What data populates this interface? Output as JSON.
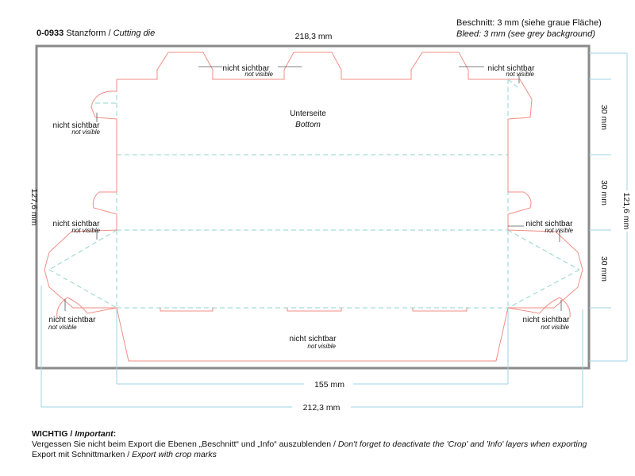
{
  "header": {
    "code": "0-0933",
    "title_de": "Stanzform",
    "title_en": "Cutting die",
    "bleed_de": "Beschnitt: 3 mm (siehe graue Fläche)",
    "bleed_en": "Bleed: 3 mm (see grey background)"
  },
  "dimensions": {
    "top_width": "218,3 mm",
    "left_height": "127,6 mm",
    "right_height": "121,6 mm",
    "seg1": "30 mm",
    "seg2": "30 mm",
    "seg3": "30 mm",
    "inner_width": "155 mm",
    "outer_width": "212,3 mm"
  },
  "labels": {
    "bottom_de": "Unterseite",
    "bottom_en": "Bottom",
    "ns_de": "nicht sichtbar",
    "ns_en": "not visible"
  },
  "footer": {
    "important_de": "WICHTIG",
    "important_en": "Important",
    "line1_de": "Vergessen Sie nicht beim Export die Ebenen „Beschnitt“ und „Info“ auszublenden",
    "line1_en": "Don't forget to deactivate the 'Crop' and 'Info' layers when exporting",
    "line2_de": "Export mit Schnittmarken",
    "line2_en": "Export with crop marks"
  },
  "colors": {
    "cut": "#f08e86",
    "fold": "#8fd5cb",
    "bleed_frame": "#8a8a8a",
    "dim_line": "#9fd3e6"
  }
}
